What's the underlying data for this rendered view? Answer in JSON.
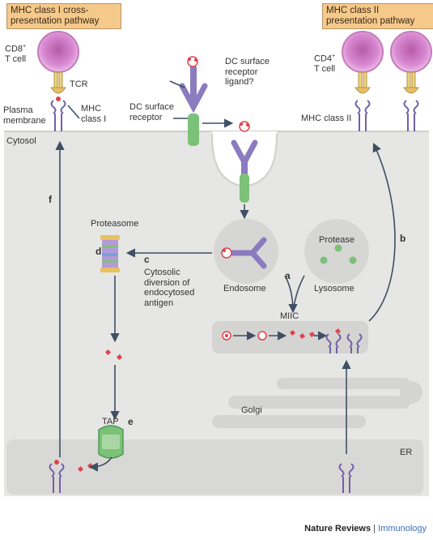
{
  "boxes": {
    "left": [
      "MHC class I cross-",
      "presentation pathway"
    ],
    "right": [
      "MHC class II",
      "presentation pathway"
    ]
  },
  "cells": {
    "cd8_main": "CD8",
    "cd8_sup": "+",
    "cd8_sub": "T cell",
    "cd4_main": "CD4",
    "cd4_sup": "+",
    "cd4_sub": "T cell"
  },
  "labels": {
    "tcr": "TCR",
    "plasma": [
      "Plasma",
      "membrane"
    ],
    "mhc1": [
      "MHC",
      "class I"
    ],
    "cytosol": "Cytosol",
    "ligand": [
      "DC surface",
      "receptor",
      "ligand?"
    ],
    "receptor": [
      "DC surface",
      "receptor"
    ],
    "mhc2": "MHC class II",
    "proteasome": "Proteasome",
    "endosome": "Endosome",
    "protease": "Protease",
    "lysosome": "Lysosome",
    "cytosolic": [
      "Cytosolic",
      "diversion of",
      "endocytosed",
      "antigen"
    ],
    "miic": "MIIC",
    "tap": "TAP",
    "golgi": "Golgi",
    "er": "ER"
  },
  "steps": {
    "a": "a",
    "b": "b",
    "c": "c",
    "d": "d",
    "e": "e",
    "f": "f"
  },
  "footer": {
    "journal": "Nature Reviews",
    "sep": " | ",
    "section": "Immunology"
  },
  "colors": {
    "cytosol": "#e6e6e4",
    "vesicle": "#d6d6d4",
    "tcell": "#d78ad5",
    "receptor": "#8b7bbf",
    "receptor_stem": "#7cc178",
    "box": "#f5c98a",
    "antigen": "#e0424a",
    "arrow": "#3e4f63"
  }
}
